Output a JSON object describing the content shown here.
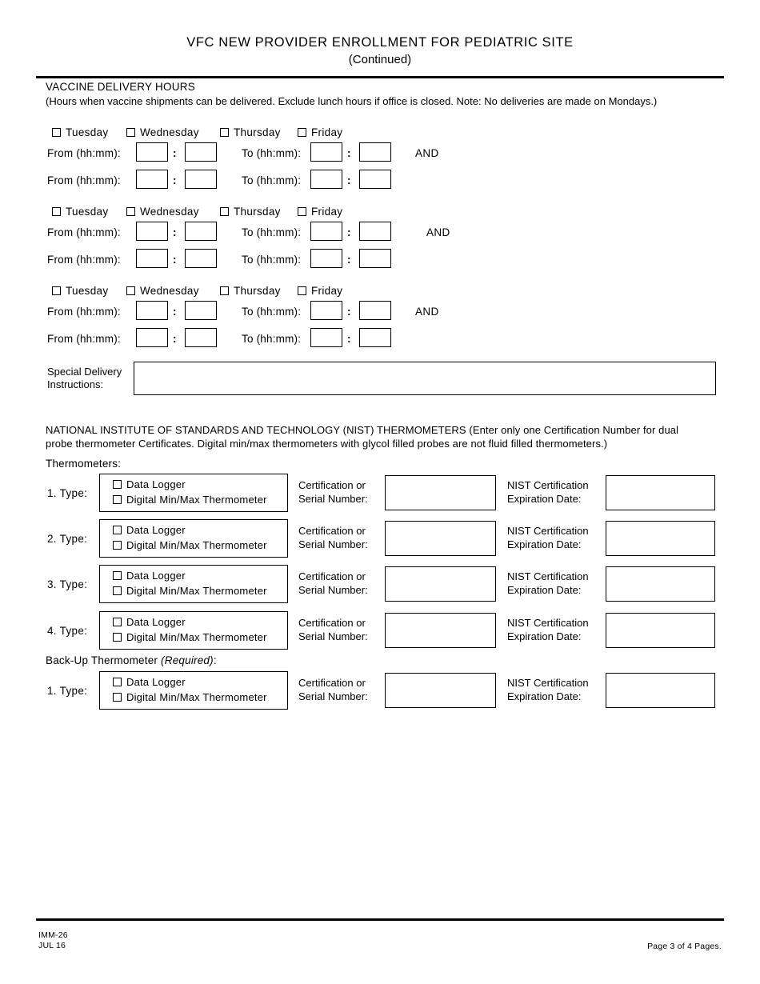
{
  "header": {
    "title": "VFC NEW PROVIDER ENROLLMENT FOR PEDIATRIC SITE",
    "subtitle": "(Continued)"
  },
  "delivery": {
    "heading": "VACCINE DELIVERY HOURS",
    "note": "(Hours when vaccine shipments can be delivered.  Exclude lunch hours if office is closed.  Note: No deliveries are made on Mondays.)",
    "days": [
      "Tuesday",
      "Wednesday",
      "Thursday",
      "Friday"
    ],
    "from_label": "From (hh:mm):",
    "to_label": "To (hh:mm):",
    "separator": ":",
    "and_label": "AND",
    "blocks": [
      {
        "rows": [
          {
            "from_hh": "",
            "from_mm": "",
            "to_hh": "",
            "to_mm": ""
          },
          {
            "from_hh": "",
            "from_mm": "",
            "to_hh": "",
            "to_mm": ""
          }
        ]
      },
      {
        "rows": [
          {
            "from_hh": "",
            "from_mm": "",
            "to_hh": "",
            "to_mm": ""
          },
          {
            "from_hh": "",
            "from_mm": "",
            "to_hh": "",
            "to_mm": ""
          }
        ]
      },
      {
        "rows": [
          {
            "from_hh": "",
            "from_mm": "",
            "to_hh": "",
            "to_mm": ""
          },
          {
            "from_hh": "",
            "from_mm": "",
            "to_hh": "",
            "to_mm": ""
          }
        ]
      }
    ],
    "special_label_line1": "Special Delivery",
    "special_label_line2": "Instructions:",
    "special_value": ""
  },
  "nist": {
    "heading": "NATIONAL INSTITUTE OF STANDARDS AND TECHNOLOGY (NIST) THERMOMETERS (Enter only one Certification Number for dual probe thermometer Certificates.  Digital min/max thermometers with glycol filled probes are not fluid filled thermometers.)",
    "thermometers_label": "Thermometers:",
    "backup_label": "Back-Up Thermometer ",
    "backup_required": "(Required)",
    "backup_colon": ":",
    "option_data_logger": "Data Logger",
    "option_digital_minmax": "Digital Min/Max Thermometer",
    "serial_label_line1": "Certification or",
    "serial_label_line2": "Serial Number:",
    "expiry_label_line1": "NIST Certification",
    "expiry_label_line2": "Expiration Date:",
    "rows": [
      {
        "index": "1. Type:",
        "serial": "",
        "expiry": ""
      },
      {
        "index": "2. Type:",
        "serial": "",
        "expiry": ""
      },
      {
        "index": "3. Type:",
        "serial": "",
        "expiry": ""
      },
      {
        "index": "4. Type:",
        "serial": "",
        "expiry": ""
      }
    ],
    "backup_rows": [
      {
        "index": "1. Type:",
        "serial": "",
        "expiry": ""
      }
    ]
  },
  "footer": {
    "form_number": "IMM-26",
    "form_date": "JUL 16",
    "page_info": "Page 3 of 4 Pages."
  }
}
